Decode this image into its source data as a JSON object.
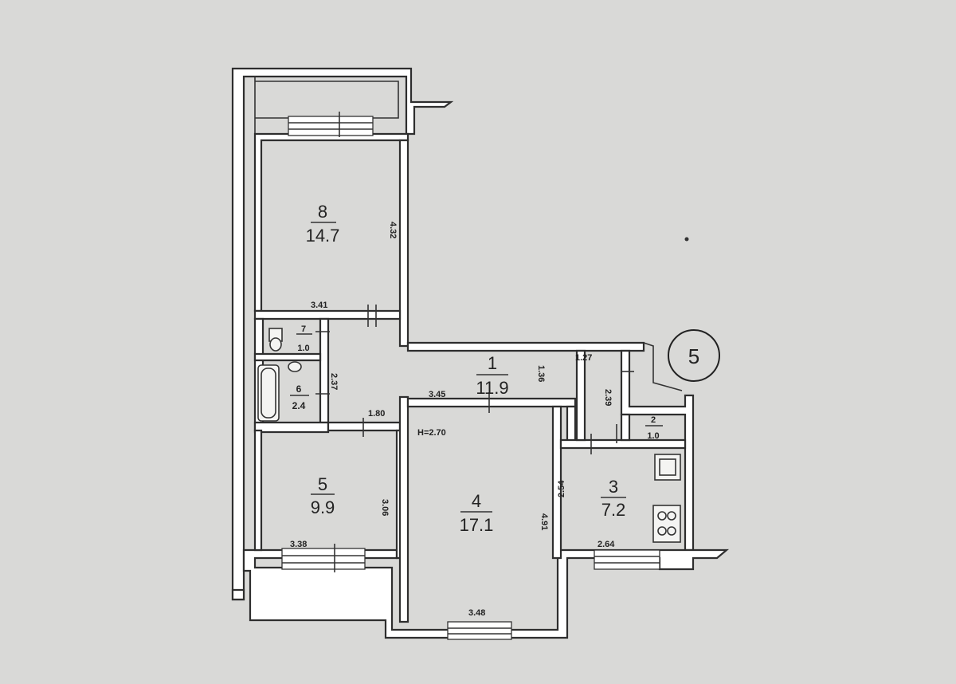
{
  "apartment_number": "5",
  "ceiling_height": "H=2.70",
  "rooms": [
    {
      "num": "1",
      "area": "11.9"
    },
    {
      "num": "2",
      "area": "1.0"
    },
    {
      "num": "3",
      "area": "7.2"
    },
    {
      "num": "4",
      "area": "17.1"
    },
    {
      "num": "5",
      "area": "9.9"
    },
    {
      "num": "6",
      "area": "2.4"
    },
    {
      "num": "7",
      "area": "1.0"
    },
    {
      "num": "8",
      "area": "14.7"
    }
  ],
  "dimensions": {
    "room8_width": "3.41",
    "room8_length": "4.32",
    "room7_height": "2.37",
    "corridor_width": "1.80",
    "room1_width": "3.45",
    "room1_depth": "1.36",
    "entrance_width": "1.27",
    "entrance_depth": "2.39",
    "room4_length": "4.91",
    "room4_width": "3.48",
    "room5_length": "3.06",
    "room5_width": "3.38",
    "room3_length": "2.54",
    "room3_width": "2.64"
  },
  "colors": {
    "background": "#d9d9d7",
    "wall": "#2e2e2e"
  }
}
